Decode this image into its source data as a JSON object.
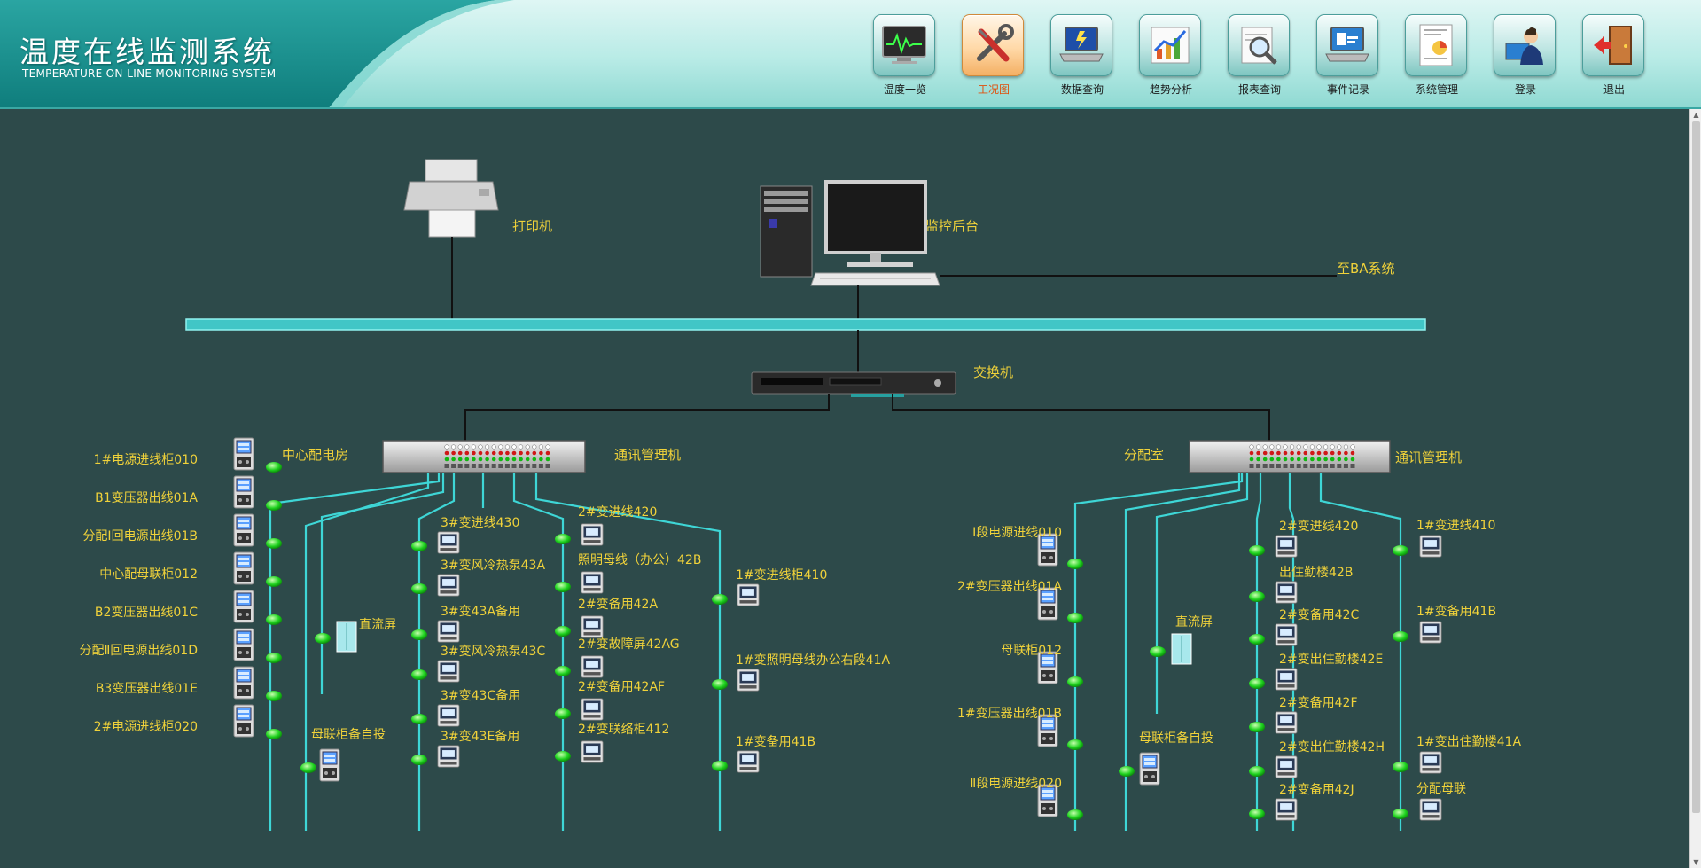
{
  "header": {
    "title": "温度在线监测系统",
    "subtitle": "TEMPERATURE ON-LINE MONITORING SYSTEM"
  },
  "toolbar": {
    "items": [
      {
        "label": "温度一览",
        "icon": "monitor-chart-icon"
      },
      {
        "label": "工况图",
        "icon": "tools-icon",
        "active": true
      },
      {
        "label": "数据查询",
        "icon": "laptop-icon"
      },
      {
        "label": "趋势分析",
        "icon": "trend-chart-icon"
      },
      {
        "label": "报表查询",
        "icon": "magnifier-report-icon"
      },
      {
        "label": "事件记录",
        "icon": "laptop-record-icon"
      },
      {
        "label": "系统管理",
        "icon": "document-chart-icon"
      },
      {
        "label": "登录",
        "icon": "user-login-icon"
      },
      {
        "label": "退出",
        "icon": "exit-door-icon"
      }
    ]
  },
  "diagram": {
    "printer_label": "打印机",
    "monitor_label": "监控后台",
    "ba_label": "至BA系统",
    "switch_label": "交换机",
    "left_room_label": "中心配电房",
    "right_room_label": "分配室",
    "comm_label_left": "通讯管理机",
    "comm_label_right": "通讯管理机",
    "left": {
      "dc_label": "直流屏",
      "auto_label": "母联柜备自投",
      "col1": [
        "1#电源进线柜010",
        "B1变压器出线01A",
        "分配Ⅰ回电源出线01B",
        "中心配母联柜012",
        "B2变压器出线01C",
        "分配Ⅱ回电源出线01D",
        "B3变压器出线01E",
        "2#电源进线柜020"
      ],
      "col2": [
        "3#变进线430",
        "3#变风冷热泵43A",
        "3#变43A备用",
        "3#变风冷热泵43C",
        "3#变43C备用",
        "3#变43E备用"
      ],
      "col3": [
        "2#变进线420",
        "照明母线（办公）42B",
        "2#变备用42A",
        "2#变故障屏42AG",
        "2#变备用42AF",
        "2#变联络柜412"
      ],
      "col4": [
        "1#变进线柜410",
        "1#变照明母线办公右段41A",
        "1#变备用41B"
      ]
    },
    "right": {
      "dc_label": "直流屏",
      "auto_label": "母联柜备自投",
      "col1": [
        "Ⅰ段电源进线010",
        "2#变压器出线01A",
        "母联柜012",
        "1#变压器出线01B",
        "Ⅱ段电源进线020"
      ],
      "col2": [
        "2#变进线420",
        "出住勤楼42B",
        "2#变备用42C",
        "2#变出住勤楼42E",
        "2#变备用42F",
        "2#变出住勤楼42H",
        "2#变备用42J"
      ],
      "col3": [
        "1#变进线410",
        "1#变备用41B",
        "1#变出住勤楼41A",
        "分配母联"
      ]
    }
  }
}
